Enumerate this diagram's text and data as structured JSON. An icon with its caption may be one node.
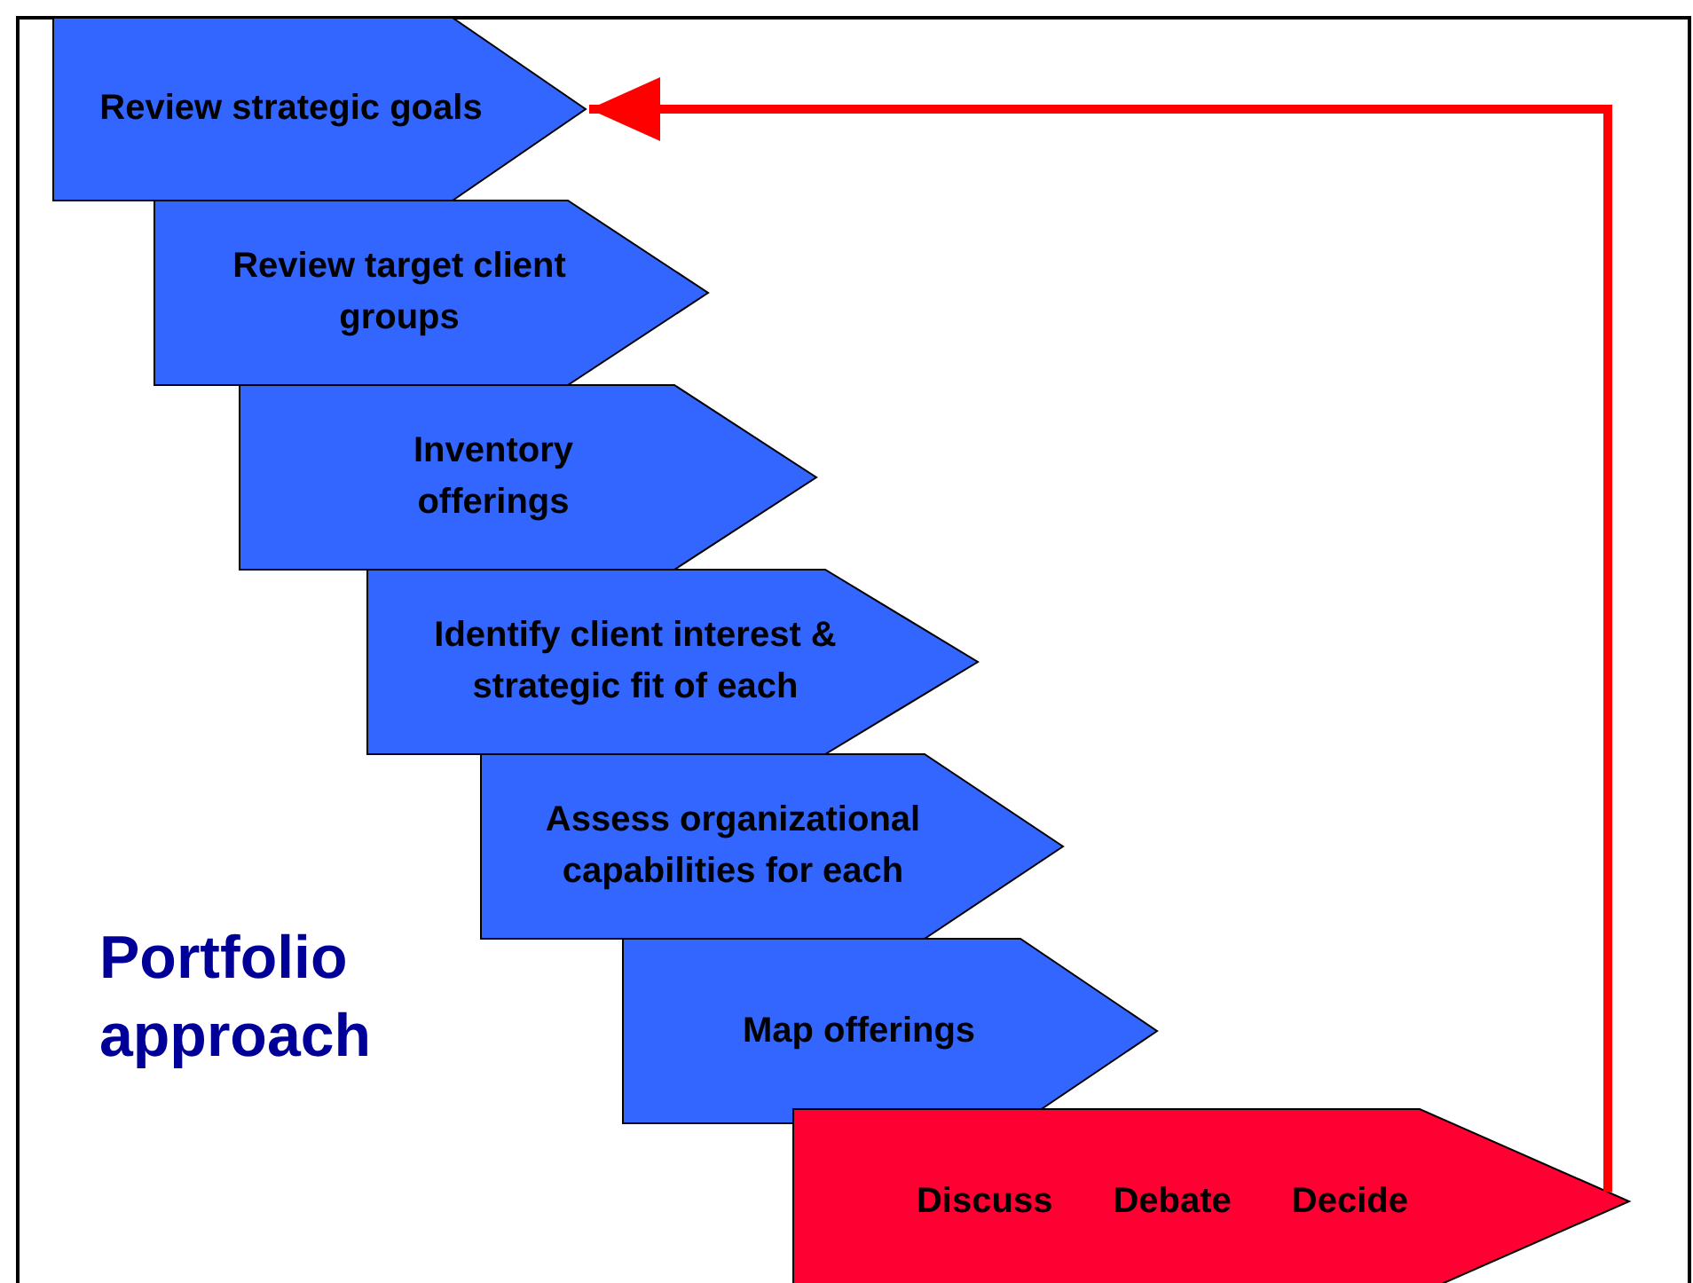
{
  "diagram": {
    "nodes": [
      {
        "text": [
          "Review strategic goals"
        ]
      },
      {
        "text": [
          "Review target client groups"
        ]
      },
      {
        "text": [
          "Inventory offerings"
        ]
      },
      {
        "text": [
          "Identify client interest & strategic fit of each"
        ]
      },
      {
        "text": [
          "Assess organizational capabilities for each"
        ]
      },
      {
        "text": [
          "Map offerings"
        ]
      },
      {
        "text": [
          "Discuss",
          "Debate",
          "Decide"
        ]
      }
    ],
    "edges": [
      {
        "from": 6,
        "to": 0,
        "arrow": "to",
        "color": "#ff0000"
      }
    ],
    "labels": [
      "Portfolio approach"
    ]
  }
}
